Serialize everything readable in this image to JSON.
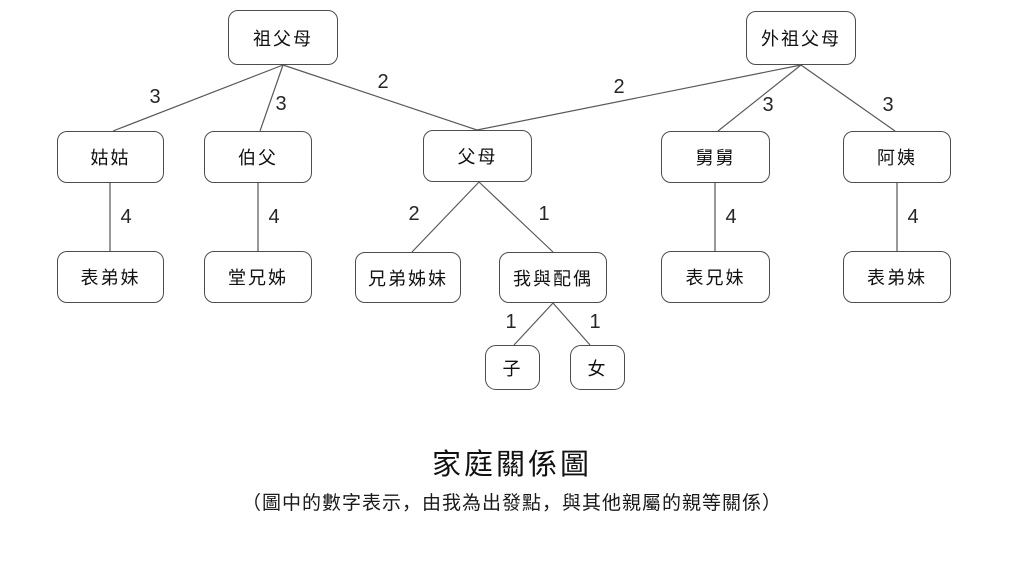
{
  "title": "家庭關係圖",
  "subtitle": "（圖中的數字表示，由我為出發點，與其他親屬的親等關係）",
  "colors": {
    "background": "#ffffff",
    "box_border": "#4d4d4d",
    "line": "#595959",
    "text": "#111111"
  },
  "diagram": {
    "nodes": [
      {
        "id": "paternal-grandparents",
        "label": "祖父母"
      },
      {
        "id": "maternal-grandparents",
        "label": "外祖父母"
      },
      {
        "id": "paternal-aunt",
        "label": "姑姑"
      },
      {
        "id": "paternal-uncle",
        "label": "伯父"
      },
      {
        "id": "parents",
        "label": "父母"
      },
      {
        "id": "maternal-uncle",
        "label": "舅舅"
      },
      {
        "id": "maternal-aunt",
        "label": "阿姨"
      },
      {
        "id": "paternal-aunt-cousins",
        "label": "表弟妹"
      },
      {
        "id": "paternal-uncle-cousins",
        "label": "堂兄姊"
      },
      {
        "id": "siblings",
        "label": "兄弟姊妹"
      },
      {
        "id": "me-and-spouse",
        "label": "我與配偶"
      },
      {
        "id": "maternal-uncle-cousins",
        "label": "表兄妹"
      },
      {
        "id": "maternal-aunt-cousins",
        "label": "表弟妹"
      },
      {
        "id": "son",
        "label": "子"
      },
      {
        "id": "daughter",
        "label": "女"
      }
    ],
    "edges": [
      {
        "from": "祖父母",
        "to": "姑姑",
        "degree": "3"
      },
      {
        "from": "祖父母",
        "to": "伯父",
        "degree": "3"
      },
      {
        "from": "祖父母",
        "to": "父母",
        "degree": "2"
      },
      {
        "from": "外祖父母",
        "to": "父母",
        "degree": "2"
      },
      {
        "from": "外祖父母",
        "to": "舅舅",
        "degree": "3"
      },
      {
        "from": "外祖父母",
        "to": "阿姨",
        "degree": "3"
      },
      {
        "from": "姑姑",
        "to": "表弟妹",
        "degree": "4"
      },
      {
        "from": "伯父",
        "to": "堂兄姊",
        "degree": "4"
      },
      {
        "from": "父母",
        "to": "兄弟姊妹",
        "degree": "2"
      },
      {
        "from": "父母",
        "to": "我與配偶",
        "degree": "1"
      },
      {
        "from": "舅舅",
        "to": "表兄妹",
        "degree": "4"
      },
      {
        "from": "阿姨",
        "to": "表弟妹",
        "degree": "4"
      },
      {
        "from": "我與配偶",
        "to": "子",
        "degree": "1"
      },
      {
        "from": "我與配偶",
        "to": "女",
        "degree": "1"
      }
    ]
  }
}
